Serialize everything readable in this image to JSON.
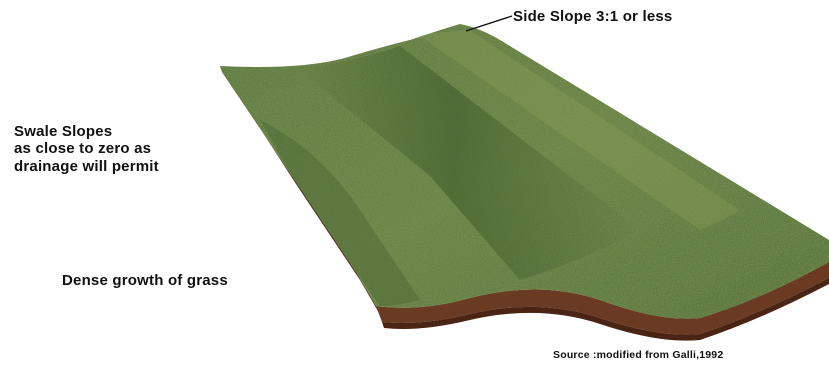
{
  "labels": {
    "side_slope": "Side Slope 3:1 or less",
    "swale_slopes": [
      "Swale Slopes",
      "as close to zero as",
      "drainage will permit"
    ],
    "dense_grass": "Dense growth of grass",
    "source": "Source :modified from Galli,1992"
  },
  "colors": {
    "grass_dark": "#3f5a2a",
    "grass_mid": "#5e7a3c",
    "grass_light": "#7a8f4c",
    "soil": "#6b3a22",
    "soil_dark": "#4a2414",
    "leader": "#111111"
  }
}
